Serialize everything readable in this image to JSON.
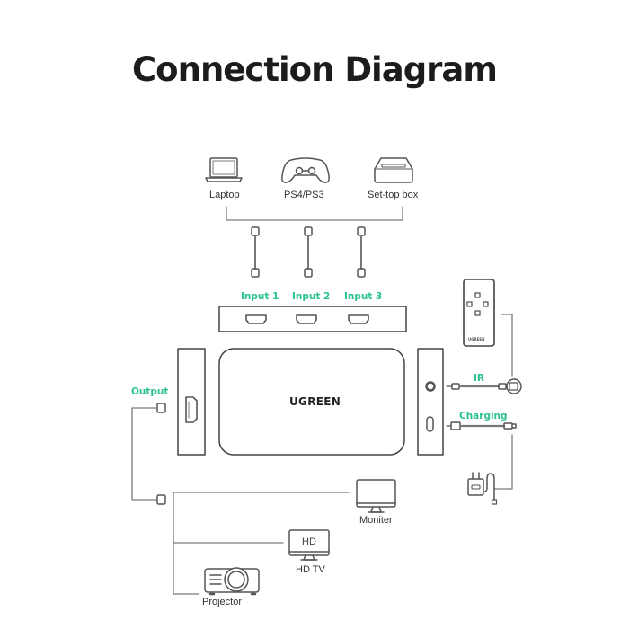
{
  "title": "Connection Diagram",
  "sources": [
    {
      "label": "Laptop",
      "icon": "laptop-icon"
    },
    {
      "label": "PS4/PS3",
      "icon": "gamepad-icon"
    },
    {
      "label": "Set-top box",
      "icon": "set-top-box-icon"
    }
  ],
  "inputs": [
    {
      "label": "Input 1"
    },
    {
      "label": "Input 2"
    },
    {
      "label": "Input 3"
    }
  ],
  "output_label": "Output",
  "device": {
    "brand": "UGREEN"
  },
  "remote": {
    "brand": "UGREEN",
    "icon": "remote-control-icon"
  },
  "ir_label": "IR",
  "charging_label": "Charging",
  "displays": [
    {
      "label": "Moniter",
      "icon": "monitor-icon"
    },
    {
      "label": "HD TV",
      "screen_text": "HD",
      "icon": "tv-icon"
    },
    {
      "label": "Projector",
      "icon": "projector-icon"
    }
  ],
  "colors": {
    "accent": "#2cc38a",
    "line": "#7a7a7a",
    "stroke": "#4a4a4a"
  }
}
